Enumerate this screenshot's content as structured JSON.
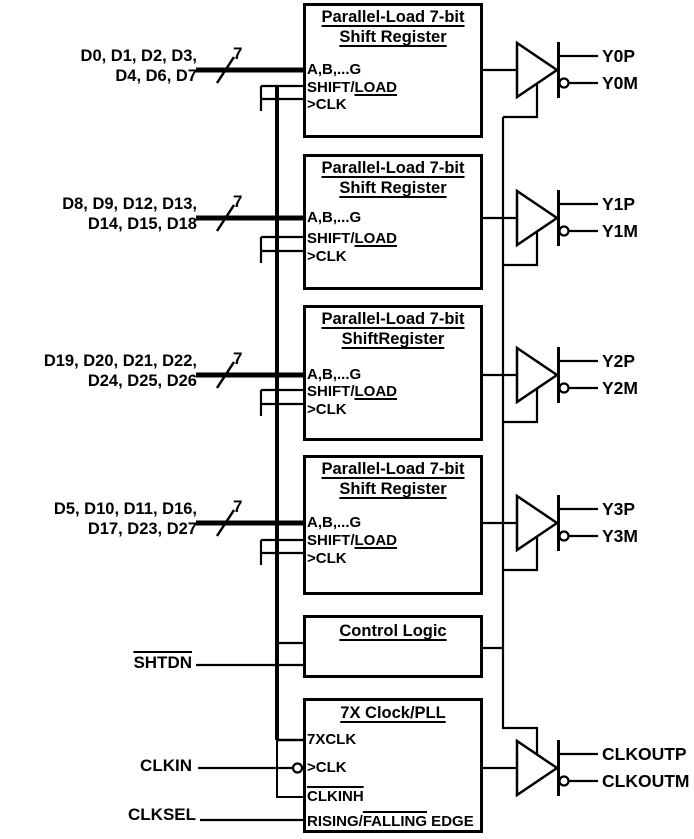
{
  "diagram": {
    "registers": [
      {
        "title_line1": "Parallel-Load 7-bit",
        "title_line2": "Shift Register",
        "pin_parallel": "A,B,...G",
        "pin_shift_prefix": "SHIFT/",
        "pin_shift_load": "LOAD",
        "pin_clk": ">CLK",
        "input_line1": "D0, D1, D2, D3,",
        "input_line2": "D4, D6, D7",
        "bus_width": "7",
        "out_p": "Y0P",
        "out_m": "Y0M"
      },
      {
        "title_line1": "Parallel-Load 7-bit",
        "title_line2": "Shift Register",
        "pin_parallel": "A,B,...G",
        "pin_shift_prefix": "SHIFT/",
        "pin_shift_load": "LOAD",
        "pin_clk": ">CLK",
        "input_line1": "D8, D9, D12, D13,",
        "input_line2": "D14, D15, D18",
        "bus_width": "7",
        "out_p": "Y1P",
        "out_m": "Y1M"
      },
      {
        "title_line1": "Parallel-Load 7-bit",
        "title_line2": "ShiftRegister",
        "pin_parallel": "A,B,...G",
        "pin_shift_prefix": "SHIFT/",
        "pin_shift_load": "LOAD",
        "pin_clk": ">CLK",
        "input_line1": "D19, D20, D21, D22,",
        "input_line2": "D24, D25, D26",
        "bus_width": "7",
        "out_p": "Y2P",
        "out_m": "Y2M"
      },
      {
        "title_line1": "Parallel-Load 7-bit",
        "title_line2": "Shift Register",
        "pin_parallel": "A,B,...G",
        "pin_shift_prefix": "SHIFT/",
        "pin_shift_load": "LOAD",
        "pin_clk": ">CLK",
        "input_line1": "D5, D10, D11, D16,",
        "input_line2": "D17, D23, D27",
        "bus_width": "7",
        "out_p": "Y3P",
        "out_m": "Y3M"
      }
    ],
    "control_logic": {
      "title": "Control Logic",
      "input_shtdn": "SHTDN"
    },
    "pll": {
      "title": "7X Clock/PLL",
      "pin_7xclk": "7XCLK",
      "pin_clk": ">CLK",
      "pin_clkinh": "CLKINH",
      "pin_edge_prefix": "RISING/",
      "pin_edge_over": "FALLING",
      "pin_edge_suffix": " EDGE",
      "input_clkin": "CLKIN",
      "input_clksel": "CLKSEL",
      "out_p": "CLKOUTP",
      "out_m": "CLKOUTM"
    },
    "colors": {
      "line": "#000000",
      "background": "#ffffff"
    }
  }
}
